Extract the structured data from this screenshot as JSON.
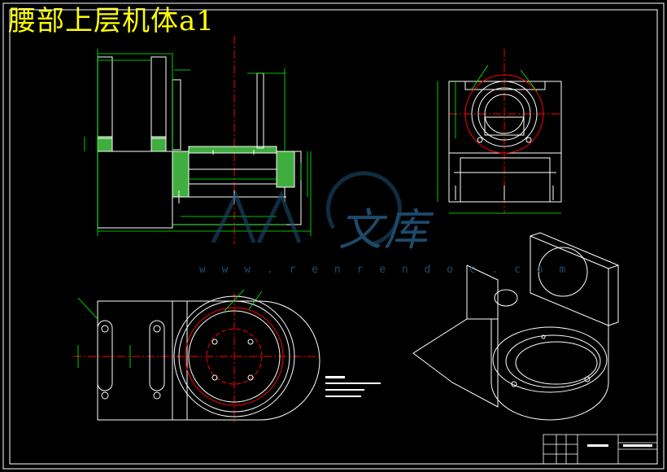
{
  "title": "腰部上层机体a1",
  "watermark": {
    "brand": "文库",
    "url": "w w w . r e n r e n d o c . c o m"
  },
  "colors": {
    "background": "#000000",
    "outline": "#ffffff",
    "dimension": "#00ff00",
    "centerline": "#ff0000",
    "title": "#ffff00",
    "watermark": "#1d4a6b"
  }
}
